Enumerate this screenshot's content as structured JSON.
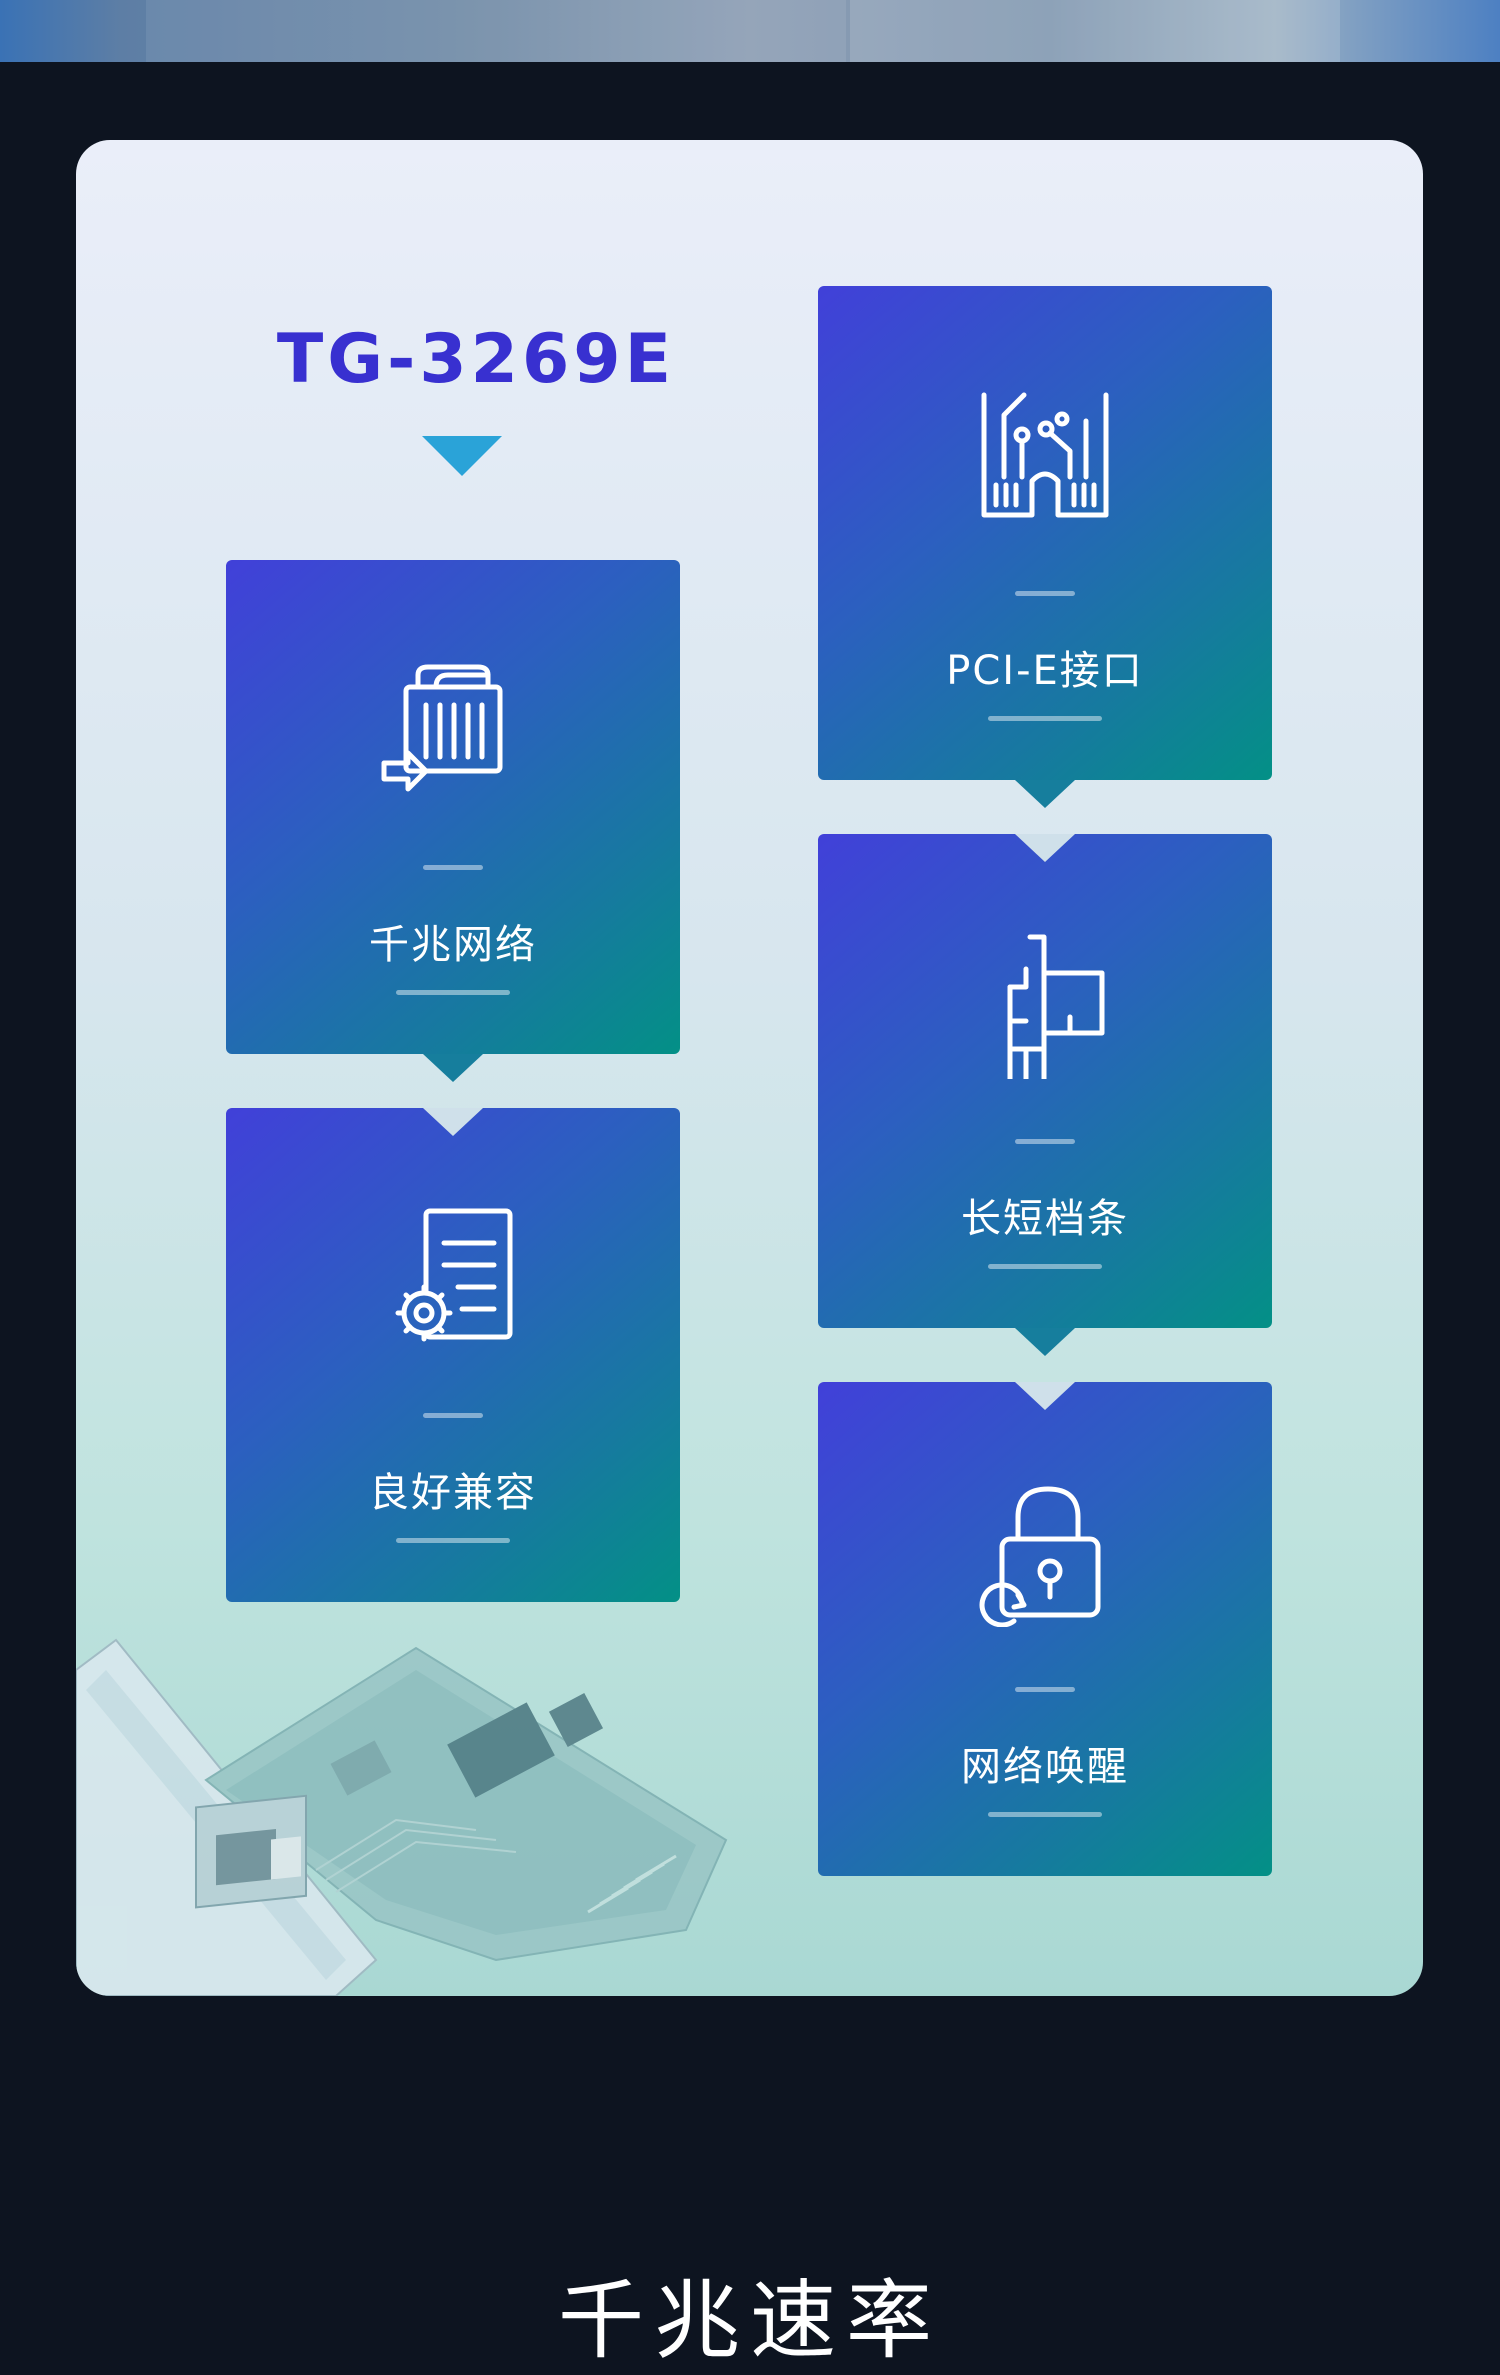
{
  "model": {
    "name": "TG-3269E"
  },
  "features": [
    {
      "label": "千兆网络",
      "icon": "ethernet-port-icon"
    },
    {
      "label": "良好兼容",
      "icon": "document-gear-icon"
    },
    {
      "label": "PCI-E接口",
      "icon": "circuit-slot-icon"
    },
    {
      "label": "长短档条",
      "icon": "bracket-icon"
    },
    {
      "label": "网络唤醒",
      "icon": "lock-refresh-icon"
    }
  ],
  "footer": {
    "heading": "千兆速率"
  },
  "colors": {
    "page_background": "#0d1420",
    "model_text": "#3830d0",
    "tile_gradient_start": "#4140d9",
    "tile_gradient_end": "#039086"
  }
}
